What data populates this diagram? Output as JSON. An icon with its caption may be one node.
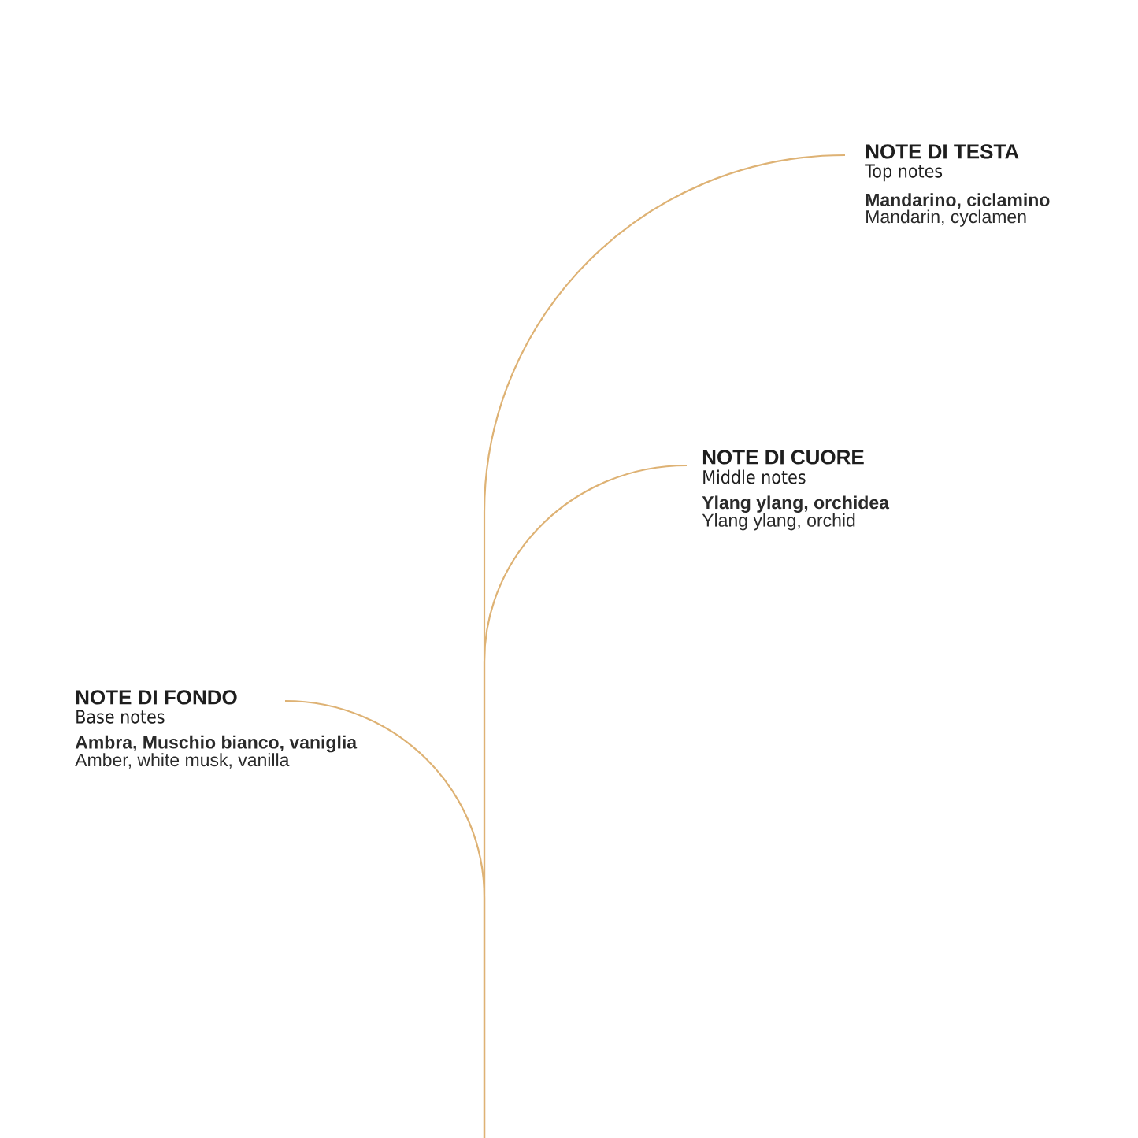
{
  "diagram": {
    "nodes": [
      {
        "text": [
          "NOTE DI TESTA",
          "Top notes",
          "Mandarino, ciclamino",
          "Mandarin, cyclamen"
        ]
      },
      {
        "text": [
          "NOTE DI CUORE",
          "Middle notes",
          "Ylang ylang, orchidea",
          "Ylang ylang, orchid"
        ]
      },
      {
        "text": [
          "NOTE DI FONDO",
          "Base notes",
          "Ambra, Muschio bianco, vaniglia",
          "Amber, white musk, vanilla"
        ]
      }
    ],
    "edges": [
      {
        "from": null,
        "to": 0,
        "arrow": "none"
      },
      {
        "from": null,
        "to": 1,
        "arrow": "none"
      },
      {
        "from": null,
        "to": 2,
        "arrow": "none"
      }
    ]
  }
}
